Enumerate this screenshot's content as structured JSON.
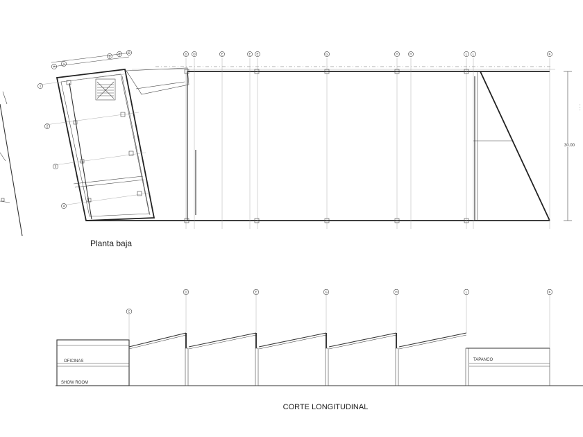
{
  "plan": {
    "title": "Planta baja"
  },
  "section": {
    "title": "CORTE LONGITUDINAL",
    "labels": {
      "oficinas": "OFICINAS",
      "showroom": "SHOW ROOM",
      "tapanco": "TAPANCO"
    }
  },
  "axes": {
    "plan_top": [
      "D",
      "D",
      "E",
      "E",
      "E",
      "G",
      "H",
      "H",
      "L",
      "L",
      "K"
    ],
    "plan_left_top": [
      "A",
      "A",
      "B",
      "B",
      "C"
    ],
    "plan_left_side": [
      "1",
      "2",
      "3",
      "4"
    ],
    "section_top": [
      "C",
      "D",
      "E",
      "G",
      "H",
      "L",
      "K"
    ]
  }
}
